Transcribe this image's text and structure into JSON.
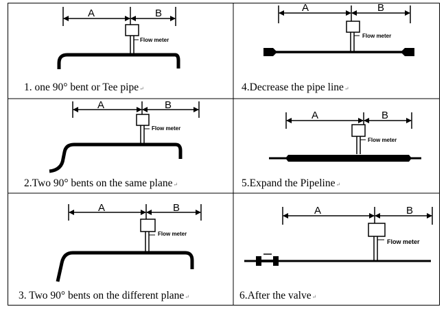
{
  "cells": [
    {
      "caption": "1. one 90°  bent or Tee pipe",
      "label_a": "A",
      "label_b": "B",
      "meter_label": "Flow meter"
    },
    {
      "caption": "4.Decrease the pipe line",
      "label_a": "A",
      "label_b": "B",
      "meter_label": "Flow meter"
    },
    {
      "caption": "2.Two 90°  bents on the same plane",
      "label_a": "A",
      "label_b": "B",
      "meter_label": "Flow meter"
    },
    {
      "caption": "5.Expand the Pipeline",
      "label_a": "A",
      "label_b": "B",
      "meter_label": "Flow meter"
    },
    {
      "caption": "3. Two 90°  bents on the different plane",
      "label_a": "A",
      "label_b": "B",
      "meter_label": "Flow meter"
    },
    {
      "caption": "6.After the valve",
      "label_a": "A",
      "label_b": "B",
      "meter_label": "Flow meter"
    }
  ],
  "paragraph_mark": "↵"
}
